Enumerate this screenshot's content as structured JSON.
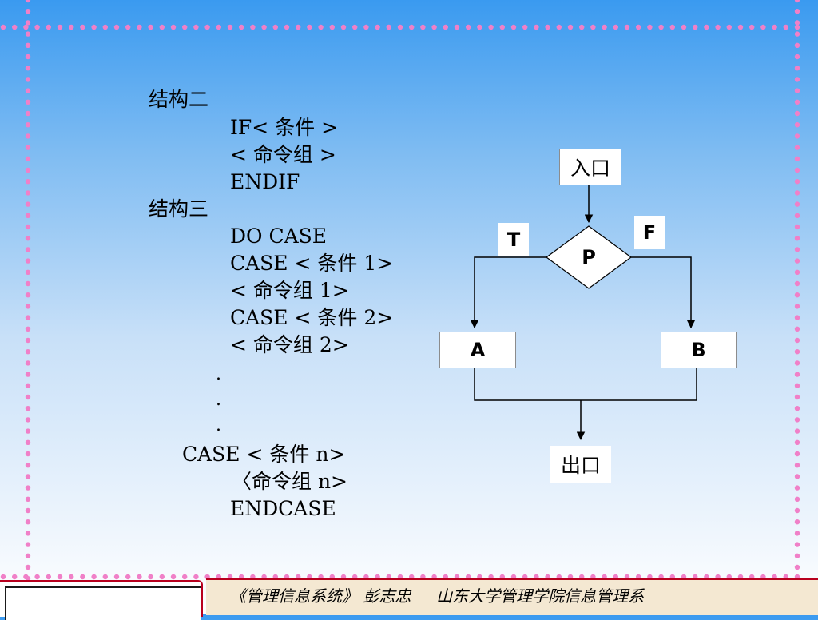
{
  "code_block": {
    "lines": [
      "结构二",
      "IF< 条件 >",
      "< 命令组 >",
      "ENDIF",
      "结构三",
      "DO CASE",
      "CASE < 条件 1>",
      "< 命令组 1>",
      "CASE < 条件 2>",
      "< 命令组 2>",
      ".",
      ".",
      ".",
      "CASE < 条件 n>",
      "〈命令组 n>",
      "ENDCASE"
    ]
  },
  "flowchart": {
    "entry": "入口",
    "condition": "P",
    "true_label": "T",
    "false_label": "F",
    "true_branch": "A",
    "false_branch": "B",
    "exit": "出口"
  },
  "footer": {
    "text": "《管理信息系统》 彭志忠     山东大学管理学院信息管理系"
  },
  "colors": {
    "dot_border": "#f080c8",
    "footer_accent": "#b8001e",
    "footer_band": "#f4e8d2",
    "background_top": "#3a9af0"
  }
}
